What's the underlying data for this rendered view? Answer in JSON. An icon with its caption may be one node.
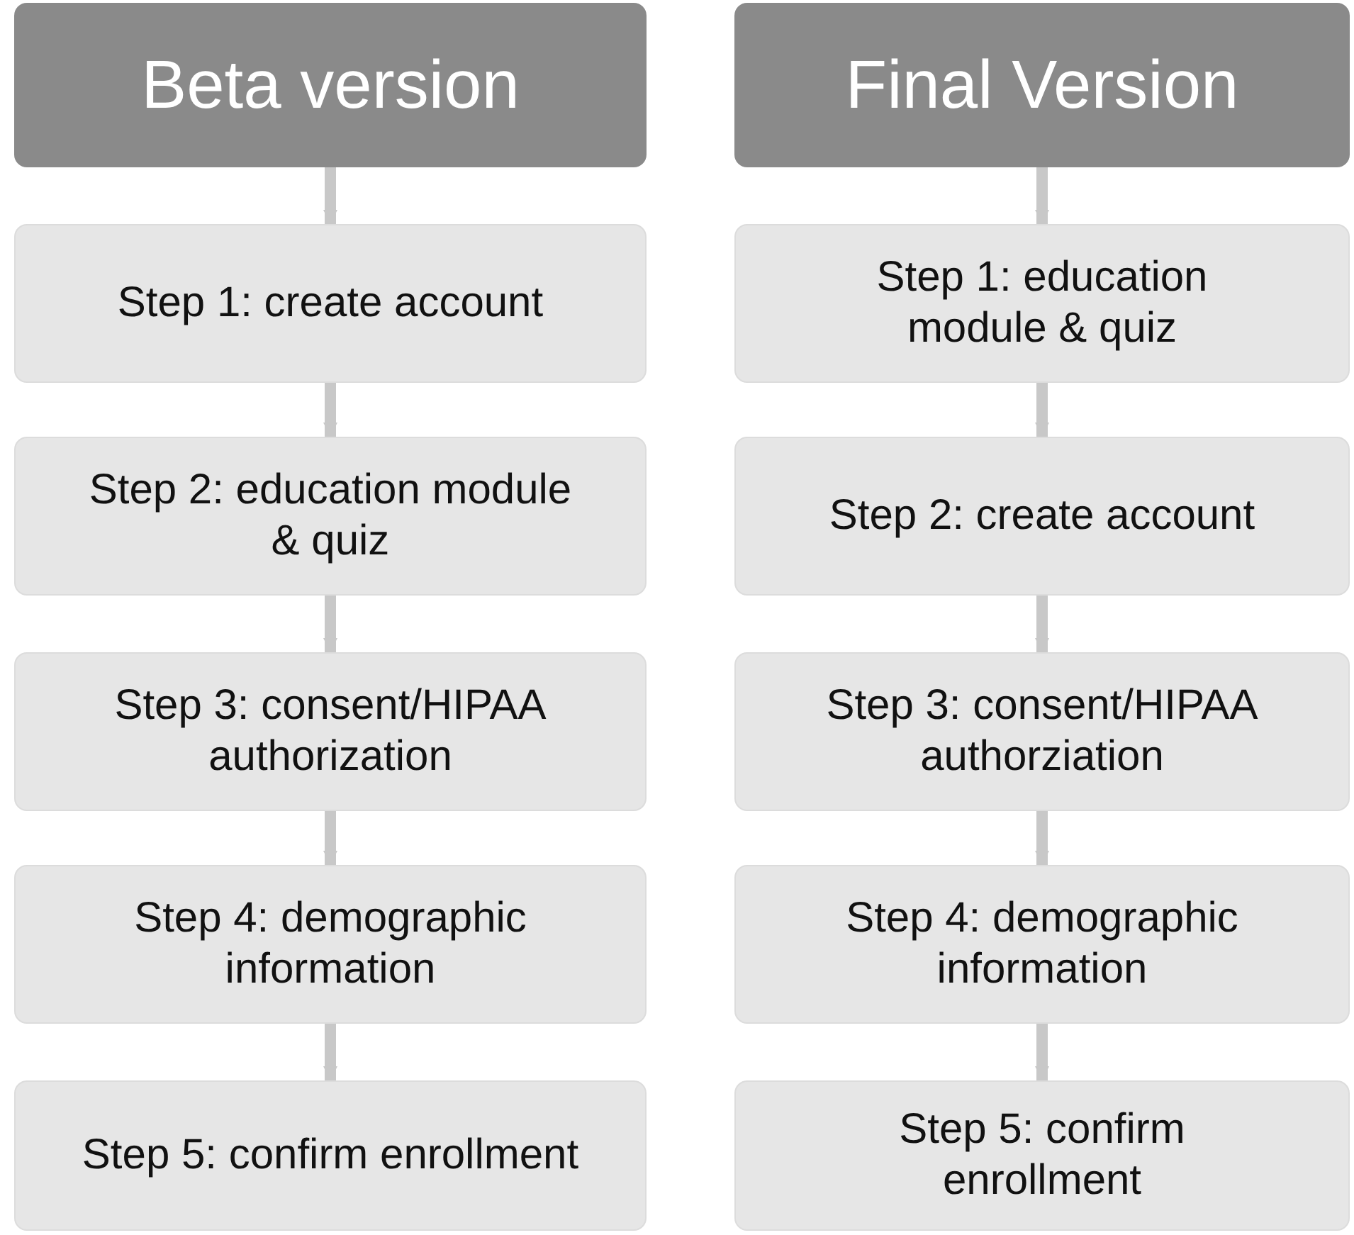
{
  "diagram": {
    "nodes": [
      {
        "text": [
          "Beta version"
        ]
      },
      {
        "text": [
          "Step 1: create account"
        ]
      },
      {
        "text": [
          "Step 2: education module & quiz"
        ]
      },
      {
        "text": [
          "Step 3: consent/HIPAA authorization"
        ]
      },
      {
        "text": [
          "Step 4: demographic information"
        ]
      },
      {
        "text": [
          "Step 5: confirm enrollment"
        ]
      },
      {
        "text": [
          "Final Version"
        ]
      },
      {
        "text": [
          "Step 1: education module & quiz"
        ]
      },
      {
        "text": [
          "Step 2: create account"
        ]
      },
      {
        "text": [
          "Step 3: consent/HIPAA authorziation"
        ]
      },
      {
        "text": [
          "Step 4: demographic information"
        ]
      },
      {
        "text": [
          "Step 5: confirm enrollment"
        ]
      }
    ],
    "edges": [
      {
        "from": 0,
        "to": 1,
        "arrow": "to"
      },
      {
        "from": 1,
        "to": 2,
        "arrow": "to"
      },
      {
        "from": 2,
        "to": 3,
        "arrow": "to"
      },
      {
        "from": 3,
        "to": 4,
        "arrow": "to"
      },
      {
        "from": 4,
        "to": 5,
        "arrow": "to"
      },
      {
        "from": 6,
        "to": 7,
        "arrow": "to"
      },
      {
        "from": 7,
        "to": 8,
        "arrow": "to"
      },
      {
        "from": 8,
        "to": 9,
        "arrow": "to"
      },
      {
        "from": 9,
        "to": 10,
        "arrow": "to"
      },
      {
        "from": 10,
        "to": 11,
        "arrow": "to"
      }
    ]
  }
}
